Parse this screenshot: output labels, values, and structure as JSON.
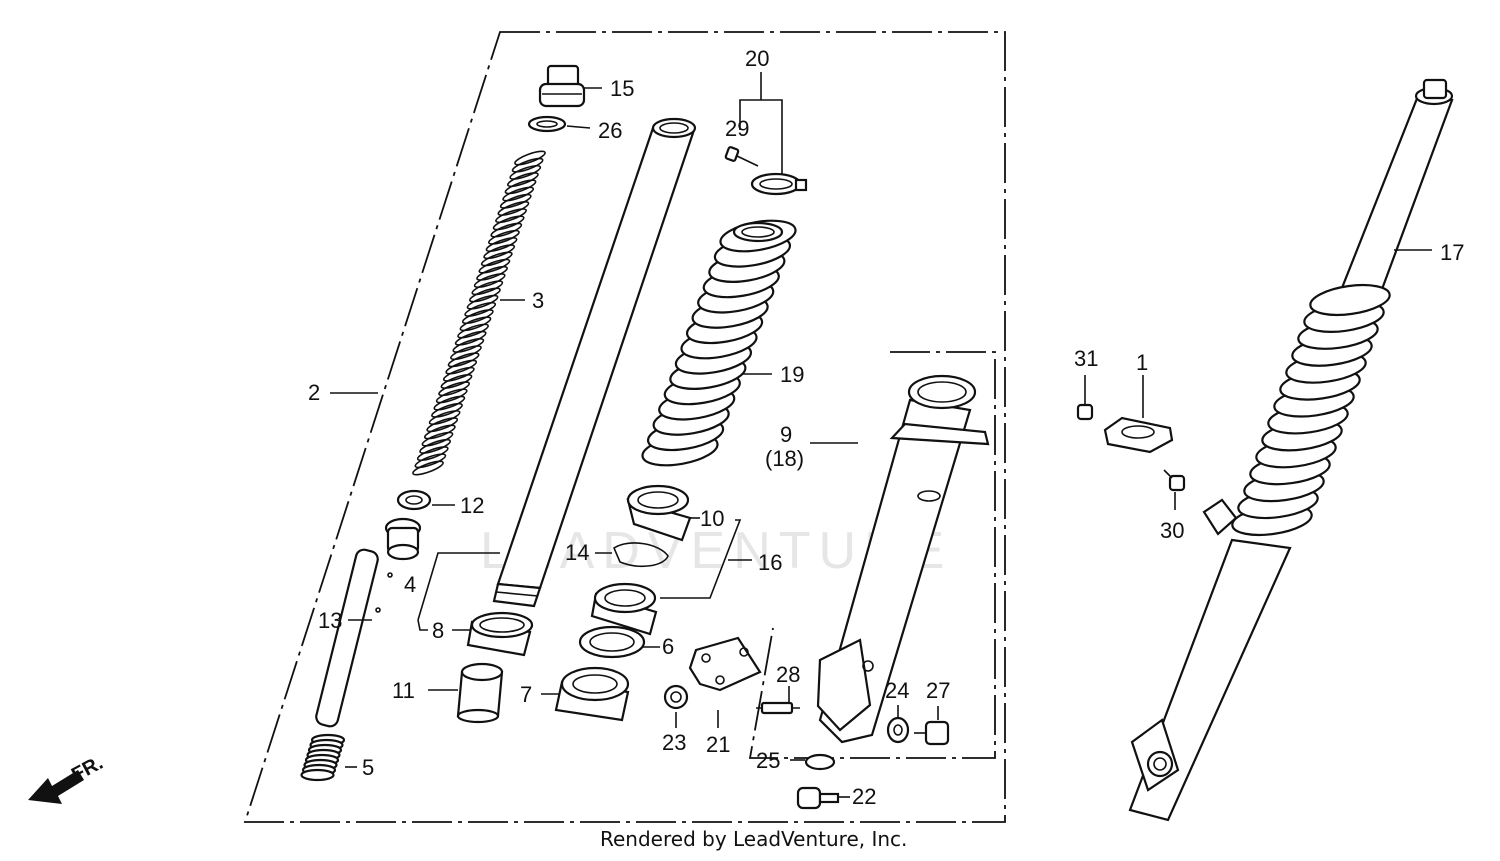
{
  "diagram": {
    "labels": [
      {
        "id": "2",
        "text": "2"
      },
      {
        "id": "3",
        "text": "3"
      },
      {
        "id": "4",
        "text": "4"
      },
      {
        "id": "5",
        "text": "5"
      },
      {
        "id": "6",
        "text": "6"
      },
      {
        "id": "7",
        "text": "7"
      },
      {
        "id": "8",
        "text": "8"
      },
      {
        "id": "9",
        "text": "9"
      },
      {
        "id": "18",
        "text": "(18)"
      },
      {
        "id": "10",
        "text": "10"
      },
      {
        "id": "11",
        "text": "11"
      },
      {
        "id": "12",
        "text": "12"
      },
      {
        "id": "13",
        "text": "13"
      },
      {
        "id": "14",
        "text": "14"
      },
      {
        "id": "15",
        "text": "15"
      },
      {
        "id": "16",
        "text": "16"
      },
      {
        "id": "19",
        "text": "19"
      },
      {
        "id": "20",
        "text": "20"
      },
      {
        "id": "21",
        "text": "21"
      },
      {
        "id": "22",
        "text": "22"
      },
      {
        "id": "23",
        "text": "23"
      },
      {
        "id": "24",
        "text": "24"
      },
      {
        "id": "25",
        "text": "25"
      },
      {
        "id": "26",
        "text": "26"
      },
      {
        "id": "27",
        "text": "27"
      },
      {
        "id": "28",
        "text": "28"
      },
      {
        "id": "29",
        "text": "29"
      },
      {
        "id": "1",
        "text": "1"
      },
      {
        "id": "17",
        "text": "17"
      },
      {
        "id": "30",
        "text": "30"
      },
      {
        "id": "31",
        "text": "31"
      }
    ],
    "direction_label": "FR.",
    "watermark": "LEADVENTURE",
    "footer": "Rendered by LeadVenture, Inc."
  }
}
